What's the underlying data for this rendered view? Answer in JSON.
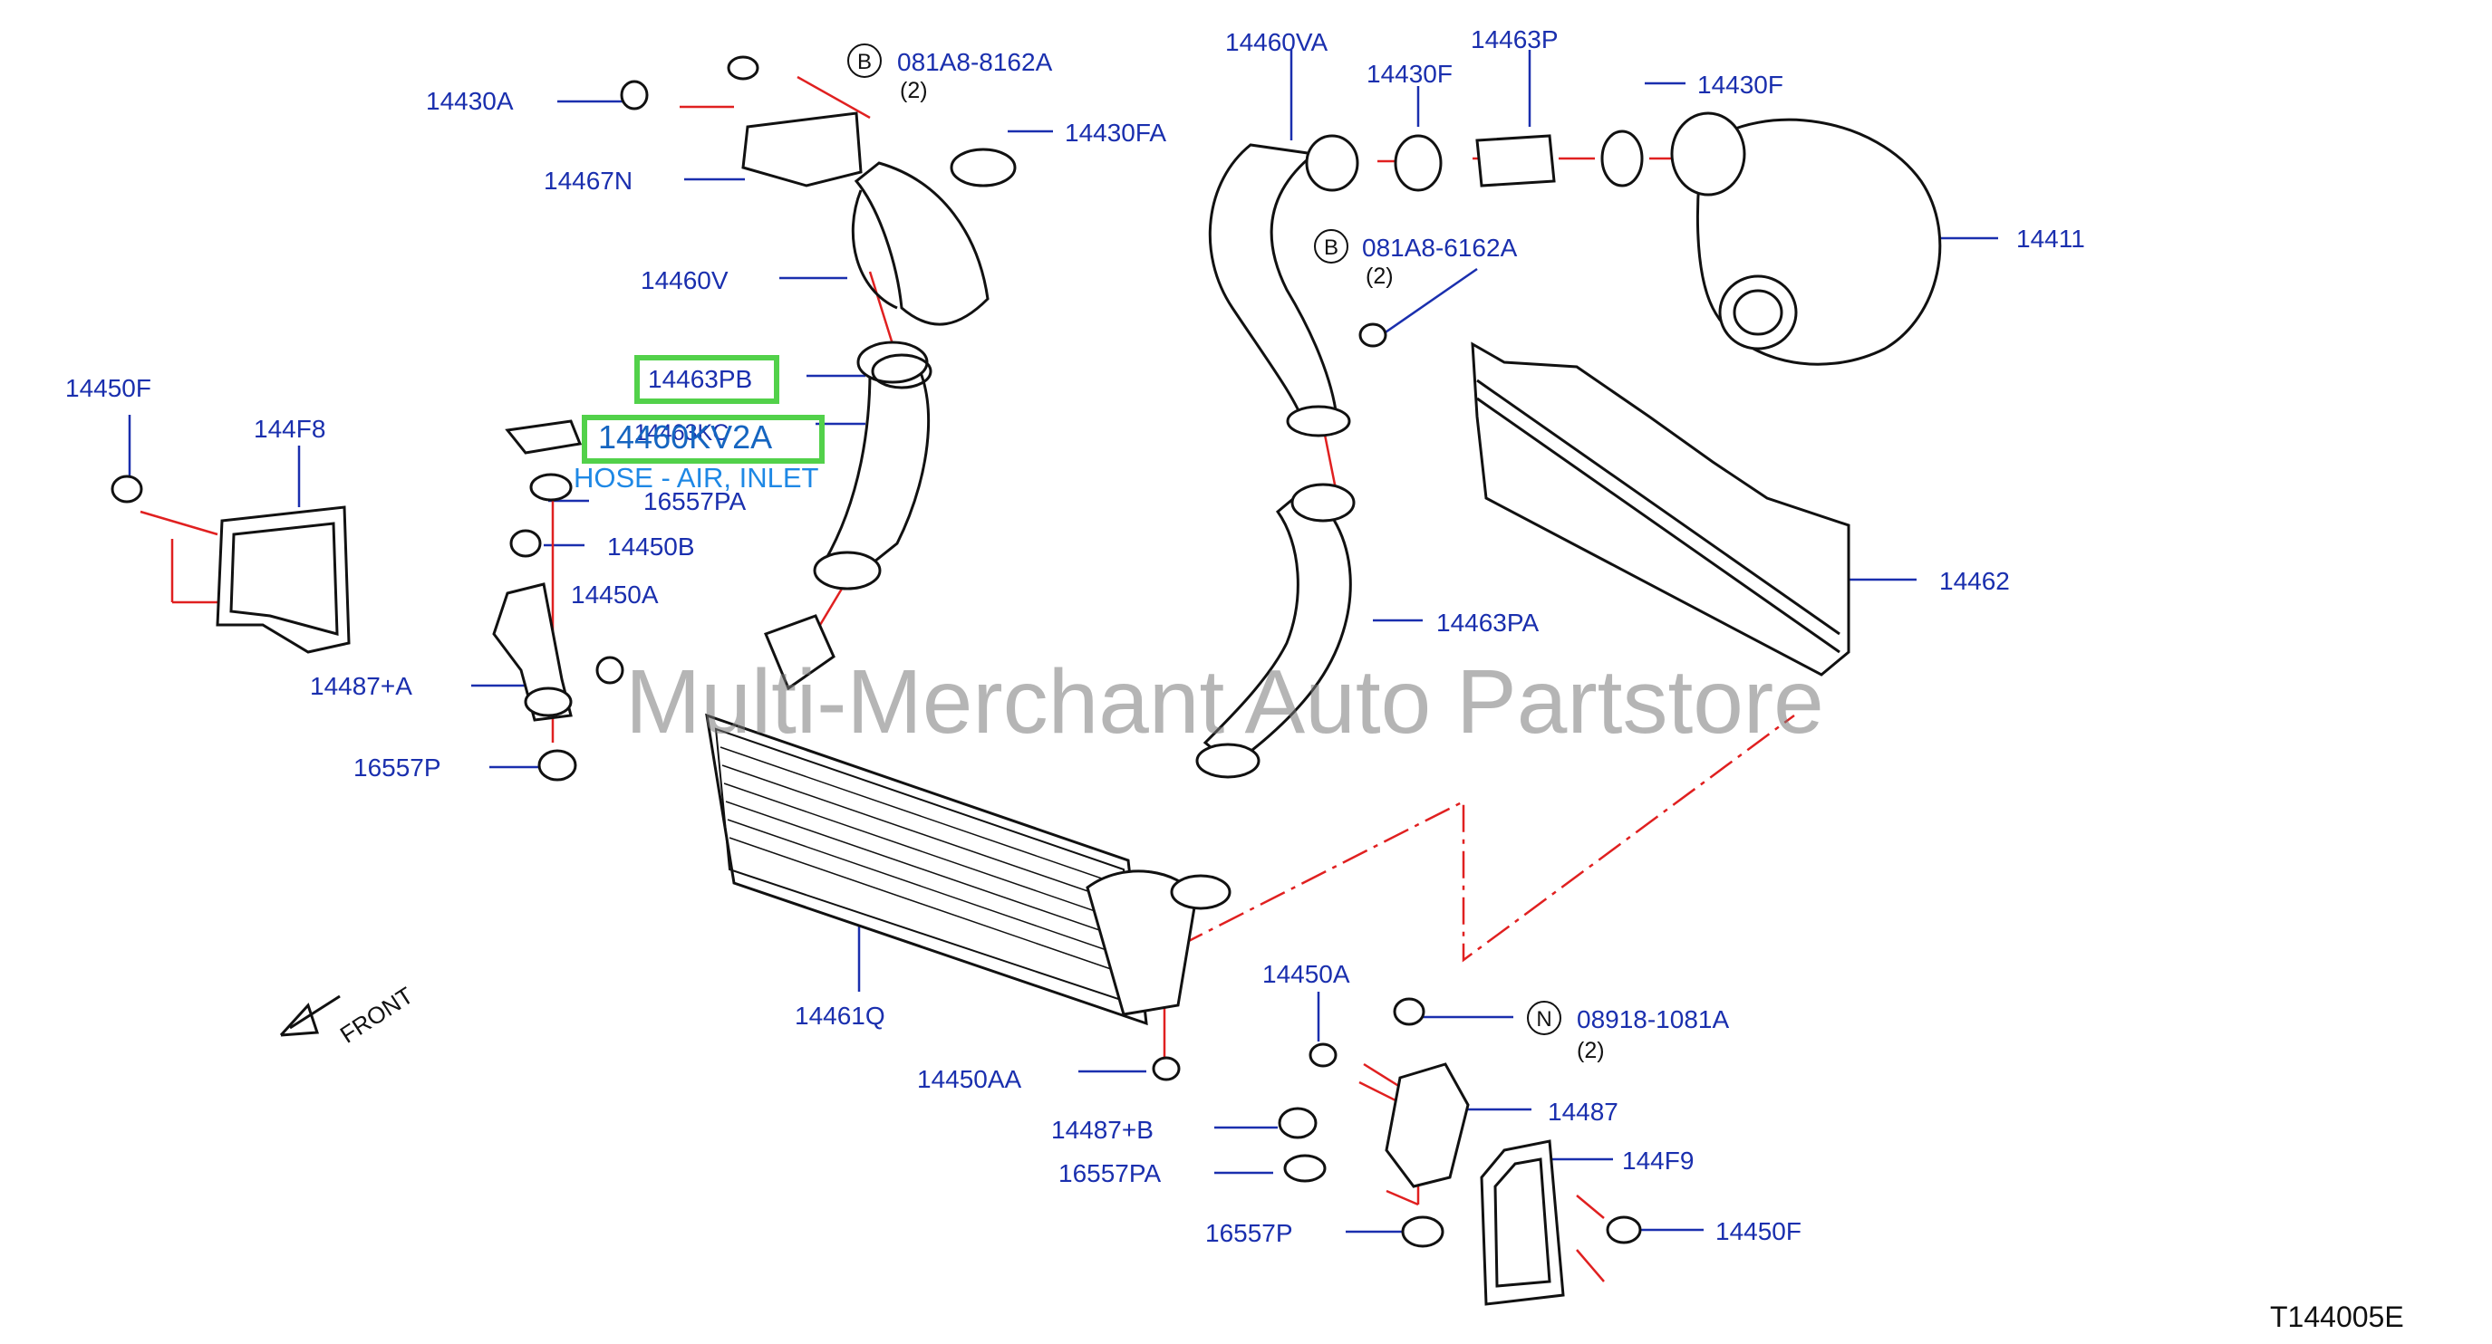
{
  "diagram_code": "T144005E",
  "watermark": "Multi-Merchant Auto Partstore",
  "front_label": "FRONT",
  "selected_part": {
    "number": "14463PB",
    "overlay_number": "14460KV2A",
    "description": "HOSE - AIR, INLET"
  },
  "hidden_partial_label": "14463KC",
  "callouts": {
    "c_14430A": "14430A",
    "c_14467N": "14467N",
    "c_081A8_8162A": "081A8-8162A",
    "c_qty_a": "(2)",
    "c_14430FA": "14430FA",
    "c_14460V": "14460V",
    "c_14463PB": "14463PB",
    "c_16557PA_top": "16557PA",
    "c_14450B": "14450B",
    "c_14450A_left": "14450A",
    "c_14487A_left": "14487+A",
    "c_16557P_left": "16557P",
    "c_14450F_left": "14450F",
    "c_144F8": "144F8",
    "c_14460VA": "14460VA",
    "c_14430F_a": "14430F",
    "c_14463P": "14463P",
    "c_14430F_b": "14430F",
    "c_14411": "14411",
    "c_081A8_6162A": "081A8-6162A",
    "c_qty_b": "(2)",
    "c_14462": "14462",
    "c_14463PA": "14463PA",
    "c_14461Q": "14461Q",
    "c_14450AA": "14450AA",
    "c_14450A_right": "14450A",
    "c_08918_1081A": "08918-1081A",
    "c_qty_c": "(2)",
    "c_14487": "14487",
    "c_14487B": "14487+B",
    "c_144F9": "144F9",
    "c_16557PA_bottom": "16557PA",
    "c_16557P_bottom": "16557P",
    "c_14450F_right": "14450F"
  },
  "circle_marks": {
    "b1": "B",
    "b2": "B",
    "n1": "N"
  },
  "colors": {
    "label": "#1a2fae",
    "leader": "#1a2fae",
    "connector": "#e02020",
    "highlight": "#52d14a"
  }
}
